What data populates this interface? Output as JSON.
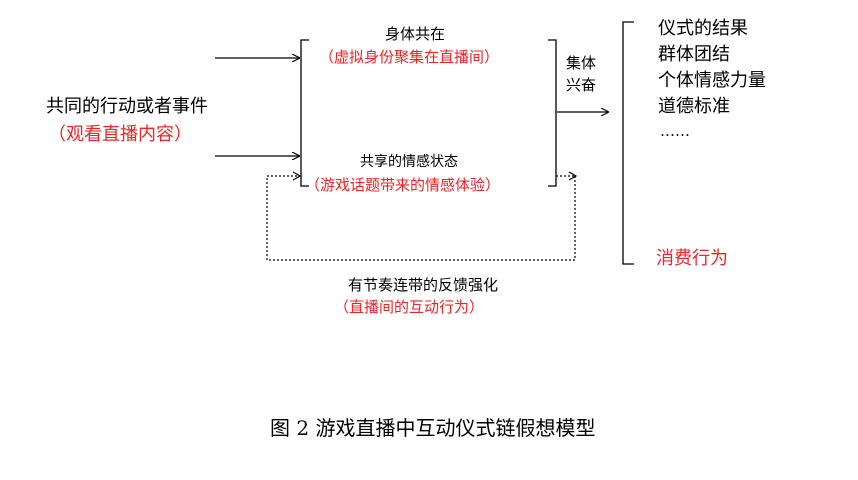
{
  "input": {
    "label": "共同的行动或者事件",
    "example": "（观看直播内容）"
  },
  "co_presence": {
    "label": "身体共在",
    "example": "（虚拟身份聚集在直播间）"
  },
  "shared_mood": {
    "label": "共享的情感状态",
    "example": "（游戏话题带来的情感体验）"
  },
  "effervescence": {
    "line1": "集体",
    "line2": "兴奋"
  },
  "outcomes": {
    "items": [
      "仪式的结果",
      "群体团结",
      "个体情感力量",
      "道德标准",
      "……"
    ],
    "highlight": "消费行为"
  },
  "feedback": {
    "label": "有节奏连带的反馈强化",
    "example": "（直播间的互动行为）"
  },
  "caption": "图 2  游戏直播中互动仪式链假想模型",
  "colors": {
    "text": "#000000",
    "highlight": "#e8262a"
  }
}
